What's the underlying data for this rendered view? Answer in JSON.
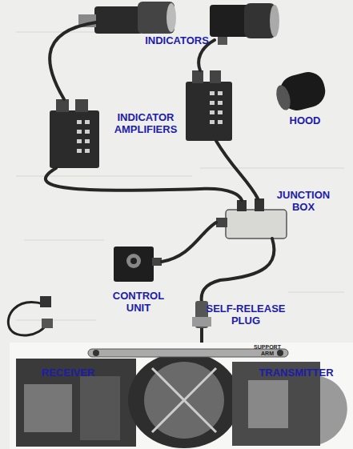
{
  "diagram": {
    "labels": [
      "INDICATORS",
      "INDICATOR AMPLIFIERS",
      "HOOD",
      "JUNCTION BOX",
      "CONTROL UNIT",
      "SELF-RELEASE PLUG",
      "SUPPORT ARM",
      "RECEIVER",
      "TRANSMITTER"
    ]
  }
}
